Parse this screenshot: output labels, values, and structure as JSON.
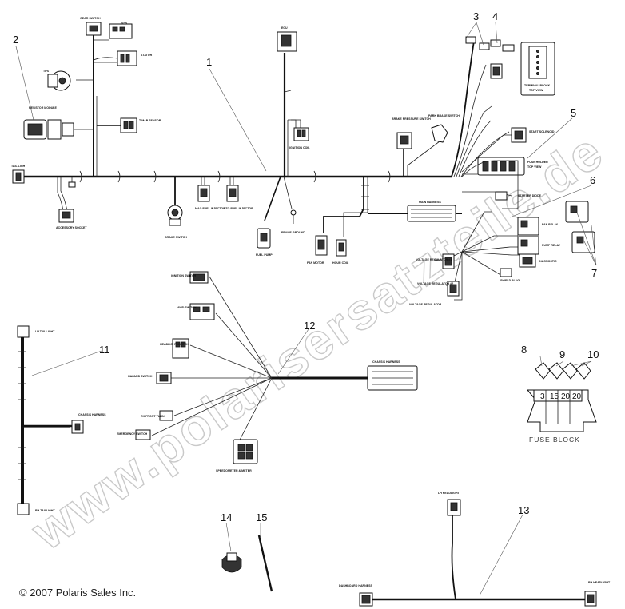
{
  "watermark": "www.polarisersatzteile.de",
  "copyright": "© 2007 Polaris Sales Inc.",
  "callouts": [
    "1",
    "2",
    "3",
    "4",
    "5",
    "6",
    "7",
    "8",
    "9",
    "10",
    "11",
    "12",
    "13",
    "14",
    "15"
  ],
  "labels": {
    "gear_switch": "GEAR SWITCH",
    "vss": "VSS",
    "stator": "STATOR",
    "tps": "TPS",
    "resistor_module": "RESISTOR MODULE",
    "tmap_sensor": "T-MAP SENSOR",
    "tail_light": "TAIL LIGHT",
    "accessory_socket": "ACCESSORY SOCKET",
    "brake_switch": "BRAKE SWITCH",
    "mag_fuel_injector": "MAG FUEL INJECTOR",
    "pto_fuel_injector": "PTO FUEL INJECTOR",
    "fuel_pump": "FUEL PUMP",
    "frame_ground": "FRAME GROUND",
    "ecu": "ECU",
    "ignition_coil": "IGNITION COIL",
    "brake_pressure_switch": "BRAKE PRESSURE SWITCH",
    "park_brake_switch": "PARK BRAKE SWITCH",
    "start_solenoid": "START SOLENOID",
    "terminal_block": "TERMINAL BLOCK",
    "terminal_block_view": "TOP VIEW",
    "fuse_holder": "FUSE HOLDER",
    "fuse_holder_view": "TOP VIEW",
    "starter_diode": "STARTER DIODE",
    "main_harness": "MAIN HARNESS",
    "fan_motor": "FAN MOTOR",
    "hour_coil": "HOUR COIL",
    "voltage_regulator_1": "VOLTAGE REGULATOR #1",
    "voltage_regulator_2": "VOLTAGE REGULATOR #2",
    "voltage_regulator": "VOLTAGE REGULATOR",
    "fan_relay": "FAN RELAY",
    "pump_relay": "PUMP RELAY",
    "diagnostic": "DIAGNOSTIC",
    "shield_plug": "SHIELD PLUG",
    "ignition_switch": "IGNITION SWITCH",
    "awd_switch": "AWD SWITCH",
    "headlight_switch": "HEADLIGHT SWITCH",
    "hazard_switch": "HAZARD SWITCH",
    "rh_front_turn": "RH FRONT TURN",
    "emergency_switch": "EMERGENCY SWITCH",
    "speedometer": "SPEEDOMETER & METER",
    "chassis_harness": "CHASSIS HARNESS",
    "lh_taillight": "LH TAILLIGHT",
    "rh_taillight": "RH TAILLIGHT",
    "chassis_harness_11": "CHASSIS HARNESS",
    "lh_headlight": "LH HEADLIGHT",
    "dashboard_harness": "DASHBOARD HARNESS",
    "rh_headlight": "RH HEADLIGHT"
  },
  "fuse_block": {
    "label": "FUSE BLOCK",
    "ratings": [
      "3",
      "15",
      "20",
      "20"
    ]
  }
}
